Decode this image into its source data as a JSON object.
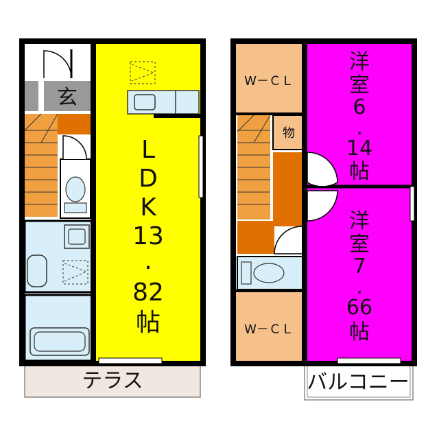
{
  "floor1": {
    "ldk_label": "LDK",
    "ldk_size_int": "13",
    "ldk_size_dec": "82",
    "ldk_unit": "帖",
    "entrance_label": "玄",
    "terrace_label": "テラス"
  },
  "floor2": {
    "wcl_top_label": "W－ＣＬ",
    "wcl_bottom_label": "W－ＣＬ",
    "storage_label": "物",
    "room1_type": "洋室",
    "room1_size_int": "6",
    "room1_size_dec": "14",
    "room1_unit": "帖",
    "room2_type": "洋室",
    "room2_size_int": "7",
    "room2_size_dec": "66",
    "room2_unit": "帖",
    "balcony_label": "バルコニー"
  },
  "colors": {
    "ldk": "#ffff00",
    "western_room": "#ff00ff",
    "walkin_closet": "#f5c08a",
    "hallway": "#e07000",
    "stairs": "#f0a040",
    "water": "#d8eef8",
    "entrance": "#999999",
    "terrace": "#f0e8e0",
    "wall": "#000000"
  }
}
